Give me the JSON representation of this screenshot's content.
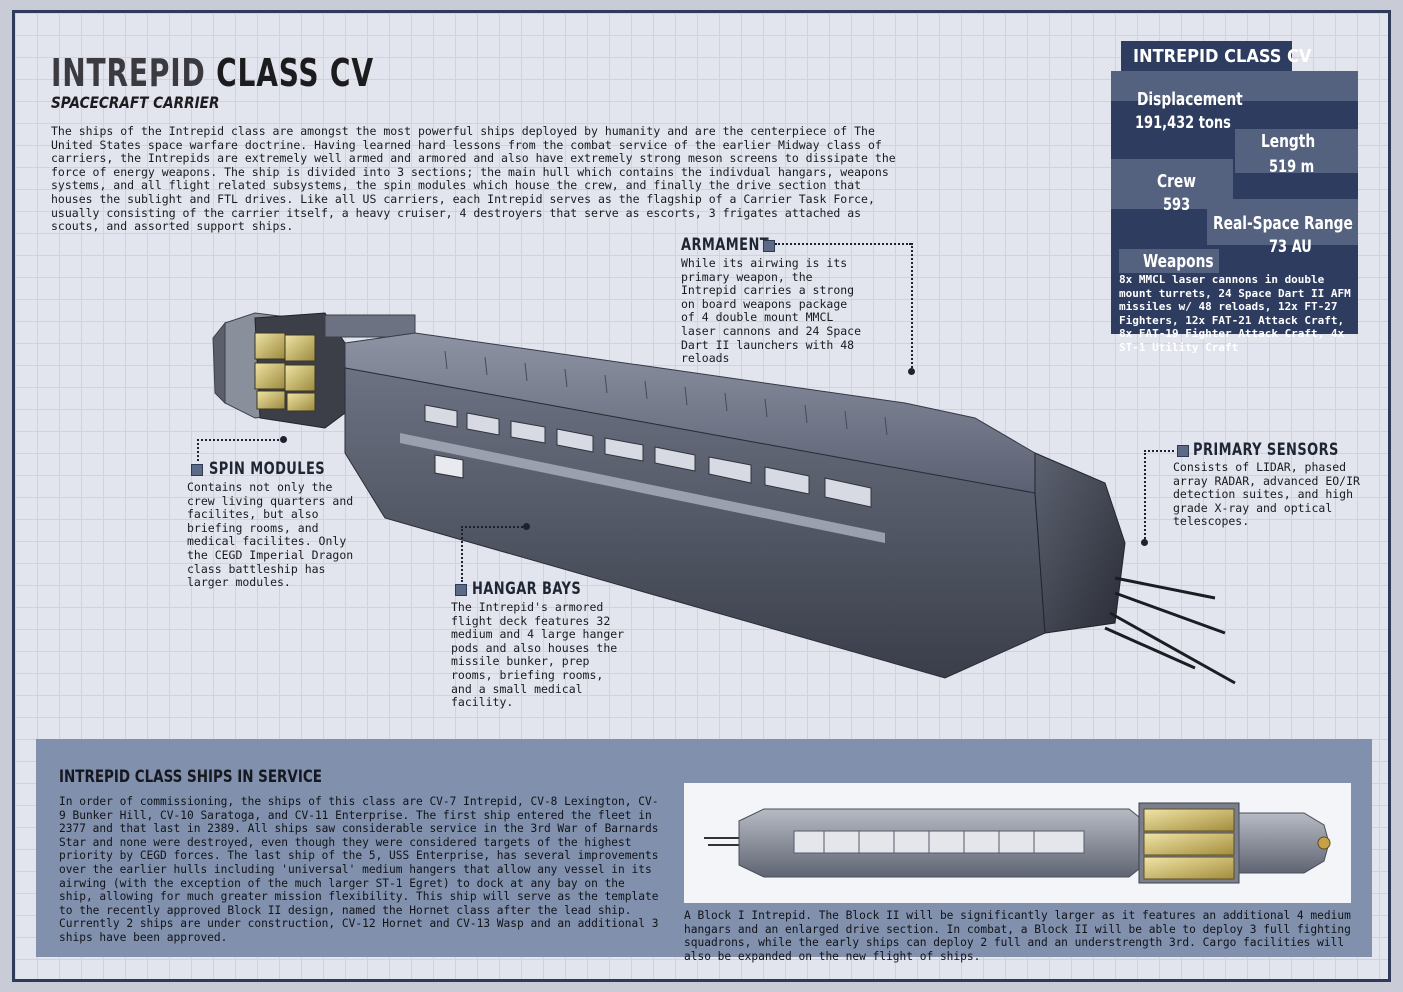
{
  "header": {
    "title_word1": "INTREPID",
    "title_word2": "CLASS CV",
    "subtitle": "SPACECRAFT CARRIER",
    "intro": "The ships of the Intrepid class are amongst the most powerful ships deployed by humanity and are the centerpiece of The United States space warfare doctrine. Having learned hard lessons from the combat service of the earlier Midway class of carriers, the Intrepids are extremely well armed and armored and also have extremely strong meson screens to dissipate the force of energy weapons. The ship is divided into 3 sections; the main hull which contains the indivdual hangars, weapons systems, and all flight related subsystems, the spin modules which house the crew, and finally the drive section that houses the sublight and FTL drives. Like all US carriers, each Intrepid serves as the flagship of a Carrier Task Force, usually consisting of the carrier itself, a heavy cruiser, 4 destroyers that serve as escorts, 3 frigates attached as scouts, and assorted support ships."
  },
  "callouts": {
    "armament": {
      "title": "ARMAMENT",
      "text": "While its airwing is its primary weapon, the Intrepid carries a strong on board weapons package of 4 double mount MMCL laser cannons and 24 Space Dart II launchers with 48 reloads"
    },
    "spin_modules": {
      "title": "SPIN MODULES",
      "text": "Contains not only the crew living quarters and facilites, but also briefing rooms, and medical facilites. Only the CEGD Imperial Dragon class battleship has larger modules."
    },
    "hangar_bays": {
      "title": "HANGAR BAYS",
      "text": "The Intrepid's armored flight deck features 32 medium and 4 large hanger pods and also houses the missile bunker, prep rooms, briefing rooms, and a small medical facility."
    },
    "primary_sensors": {
      "title": "PRIMARY SENSORS",
      "text": "Consists of LIDAR, phased array RADAR, advanced EO/IR detection suites, and high grade X-ray and optical telescopes."
    }
  },
  "stats": {
    "tab": "INTREPID CLASS CV",
    "displacement_label": "Displacement",
    "displacement_value": "191,432 tons",
    "length_label": "Length",
    "length_value": "519 m",
    "crew_label": "Crew",
    "crew_value": "593",
    "range_label": "Real-Space Range",
    "range_value": "73 AU",
    "weapons_label": "Weapons",
    "weapons_value": "8x MMCL laser cannons in double mount turrets, 24 Space Dart II AFM missiles w/ 48 reloads, 12x FT-27 Fighters, 12x FAT-21 Attack Craft, 8x FAT-19 Fighter Attack Craft, 4x ST-1 Utility Craft"
  },
  "service": {
    "title": "INTREPID CLASS SHIPS IN SERVICE",
    "text": "In order of commissioning, the ships of this class are CV-7 Intrepid, CV-8 Lexington, CV-9 Bunker Hill, CV-10 Saratoga, and CV-11 Enterprise. The first ship entered the fleet in 2377 and that last in 2389. All ships saw considerable service in the 3rd War of Barnards Star and none were destroyed, even though they were considered targets of the highest priority by CEGD forces. The last ship of the 5, USS Enterprise, has several improvements over the earlier hulls including 'universal' medium hangers that allow any vessel in its airwing (with the exception of the much larger ST-1 Egret) to dock at any bay on the ship, allowing for much greater mission flexibility. This ship will serve as the template to the recently approved Block II design, named the Hornet class after the lead ship. Currently 2 ships are under construction, CV-12 Hornet and CV-13 Wasp and an additional 3 ships have been approved.",
    "caption": "A Block I Intrepid. The Block II will be significantly larger as it features an additional 4 medium hangars and an enlarged drive section. In combat, a Block II will be able to deploy 3 full fighting squadrons, while the early ships can deploy 2 full and an understrength 3rd. Cargo facilities will also be expanded on the new flight of ships."
  }
}
